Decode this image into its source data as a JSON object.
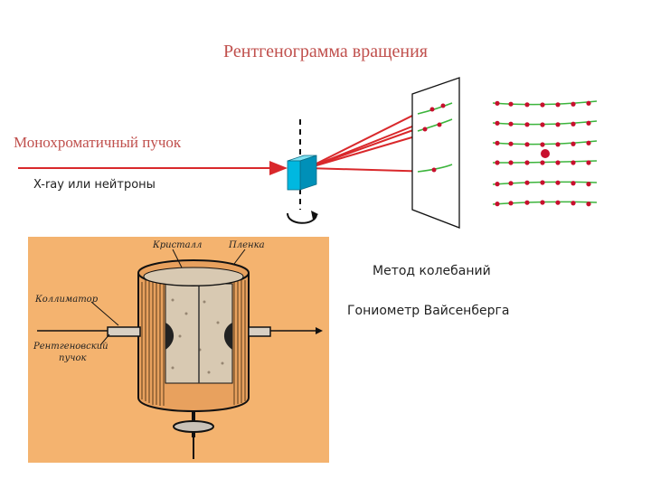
{
  "title": "Рентгенограмма вращения",
  "beam_label": "Монохроматичный пучок",
  "source_label": "X-ray или нейтроны",
  "method_label": "Метод колебаний",
  "goniometer_label": "Гониометр Вайсенберга",
  "illustration": {
    "crystal_label": "Кристалл",
    "film_label": "Пленка",
    "collimator_label": "Коллиматор",
    "beam_label_line1": "Рентгеновский",
    "beam_label_line2": "пучок"
  },
  "colors": {
    "title": "#c0504d",
    "beam": "#d9282b",
    "crystal": "#00b0d8",
    "layer_line": "#3cb43c",
    "spot": "#c8102e",
    "illustration_bg": "#f4b36f"
  }
}
